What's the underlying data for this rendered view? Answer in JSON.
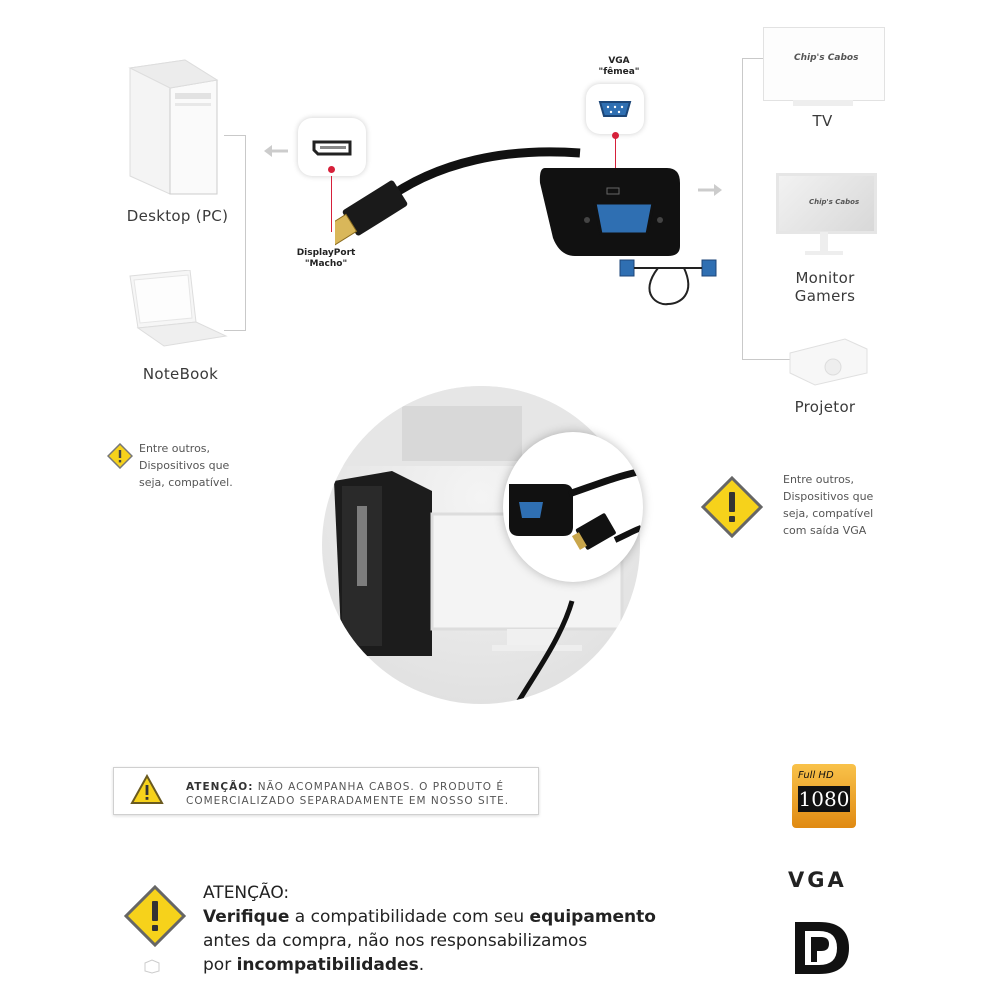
{
  "devices_left": {
    "desktop_label": "Desktop (PC)",
    "notebook_label": "NoteBook",
    "note": [
      "Entre outros,",
      "Dispositivos que",
      "seja, compatível."
    ]
  },
  "connectors": {
    "dp_label": [
      "DisplayPort",
      "\"Macho\""
    ],
    "vga_label": [
      "VGA",
      "\"fêmea\""
    ]
  },
  "devices_right": {
    "tv_label": "TV",
    "monitor_label": [
      "Monitor",
      "Gamers"
    ],
    "projector_label": "Projetor",
    "note": [
      "Entre outros,",
      "Dispositivos que",
      "seja, compatível",
      "com saída VGA"
    ],
    "brand_text": "Chip's Cabos"
  },
  "notice": {
    "bold": "Atenção:",
    "text": " Não acompanha cabos. O produto é comercializado separadamente em nosso site."
  },
  "bottom_warning": {
    "title": "ATENÇÃO:",
    "p1_bold": "Verifique",
    "p1_rest": " a compatibilidade com seu ",
    "p1_bold2": "equipamento",
    "line2": "antes da compra, não nos responsabilizamos",
    "line3_pre": "por ",
    "line3_bold": "incompatibilidades",
    "line3_post": "."
  },
  "badges": {
    "fullhd_top": "Full HD",
    "fullhd_num": "1080",
    "vga": "VGA"
  },
  "colors": {
    "warning_yellow": "#f6d21b",
    "accent_red": "#d6203a",
    "vga_blue": "#2f6fb2"
  }
}
